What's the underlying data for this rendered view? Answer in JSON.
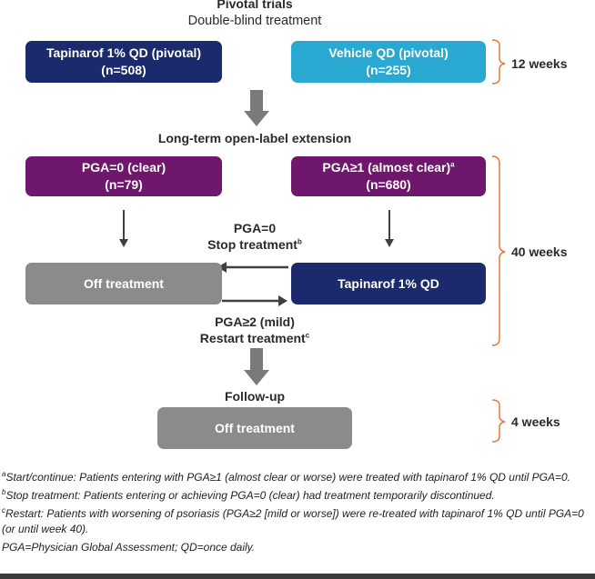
{
  "header": {
    "line1": "Pivotal trials",
    "line2": "Double-blind treatment"
  },
  "boxes": {
    "tapinarof_pivotal": {
      "label": "Tapinarof 1% QD (pivotal)",
      "n": "(n=508)"
    },
    "vehicle_pivotal": {
      "label": "Vehicle QD (pivotal)",
      "n": "(n=255)"
    },
    "pga0_clear": {
      "label": "PGA=0 (clear)",
      "n": "(n=79)"
    },
    "pga1_almost_clear": {
      "label": "PGA≥1 (almost clear)",
      "sup": "a",
      "n": "(n=680)"
    },
    "off_treatment": {
      "label": "Off treatment"
    },
    "tapinarof_qd": {
      "label": "Tapinarof 1% QD"
    },
    "followup_off": {
      "label": "Off treatment"
    }
  },
  "labels": {
    "extension": "Long-term open-label extension",
    "stop_pga": "PGA=0",
    "stop_text": "Stop treatment",
    "stop_sup": "b",
    "restart_pga": "PGA≥2 (mild)",
    "restart_text": "Restart treatment",
    "restart_sup": "c",
    "followup": "Follow-up"
  },
  "durations": {
    "pivotal": "12 weeks",
    "extension": "40 weeks",
    "followup": "4 weeks"
  },
  "footnotes": {
    "a_sup": "a",
    "a_text": "Start/continue: Patients entering with PGA≥1 (almost clear or worse) were treated with tapinarof 1% QD until PGA=0.",
    "b_sup": "b",
    "b_text": "Stop treatment: Patients entering or achieving PGA=0 (clear) had treatment temporarily discontinued.",
    "c_sup": "c",
    "c_text": "Restart: Patients with worsening of psoriasis (PGA≥2 [mild or worse]) were re-treated with tapinarof 1% QD until PGA=0 (or until week 40).",
    "abbrev": "PGA=Physician Global Assessment; QD=once daily."
  },
  "colors": {
    "navy": "#1a2a6c",
    "cyan": "#29a9d1",
    "purple": "#6e176c",
    "gray": "#8a8b8d",
    "brace": "#e8793a",
    "arrow": "#404040"
  }
}
